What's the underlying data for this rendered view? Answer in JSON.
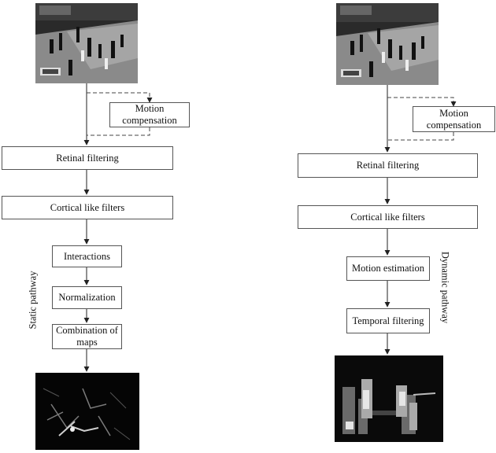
{
  "static_pathway": {
    "label": "Static pathway",
    "motion_compensation": "Motion compensation",
    "retinal_filtering": "Retinal filtering",
    "cortical_filters": "Cortical like filters",
    "interactions": "Interactions",
    "normalization": "Normalization",
    "combination": "Combination of maps"
  },
  "dynamic_pathway": {
    "label": "Dynamic pathway",
    "motion_compensation": "Motion compensation",
    "retinal_filtering": "Retinal filtering",
    "cortical_filters": "Cortical like filters",
    "motion_estimation": "Motion estimation",
    "temporal_filtering": "Temporal filtering"
  }
}
